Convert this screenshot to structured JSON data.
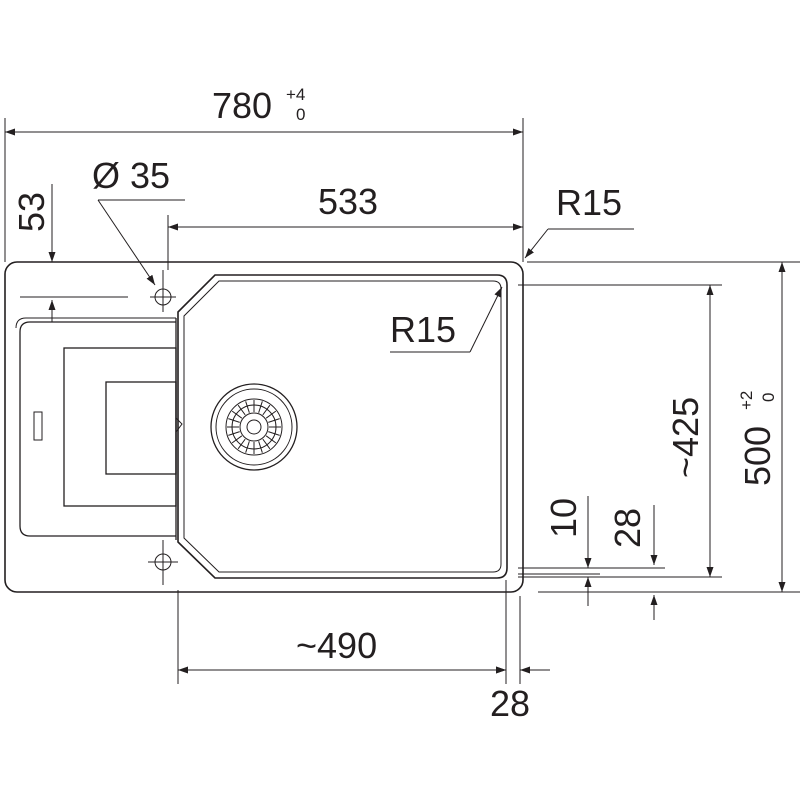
{
  "dimensions": {
    "overall_width": {
      "value": "780",
      "tol_upper": "+4",
      "tol_lower": "0"
    },
    "overall_depth": {
      "value": "500",
      "tol_upper": "+2",
      "tol_lower": "0"
    },
    "hole_diameter": "Ø 35",
    "bowl_width": "533",
    "corner_radius_outer": "R15",
    "corner_radius_bowl": "R15",
    "hole_offset": "53",
    "bowl_depth": "~425",
    "bowl_length_bottom": "~490",
    "edge_right": "28",
    "edge_bottom_10": "10",
    "edge_bottom_28": "28"
  },
  "colors": {
    "line": "#231f20",
    "background": "#ffffff"
  }
}
